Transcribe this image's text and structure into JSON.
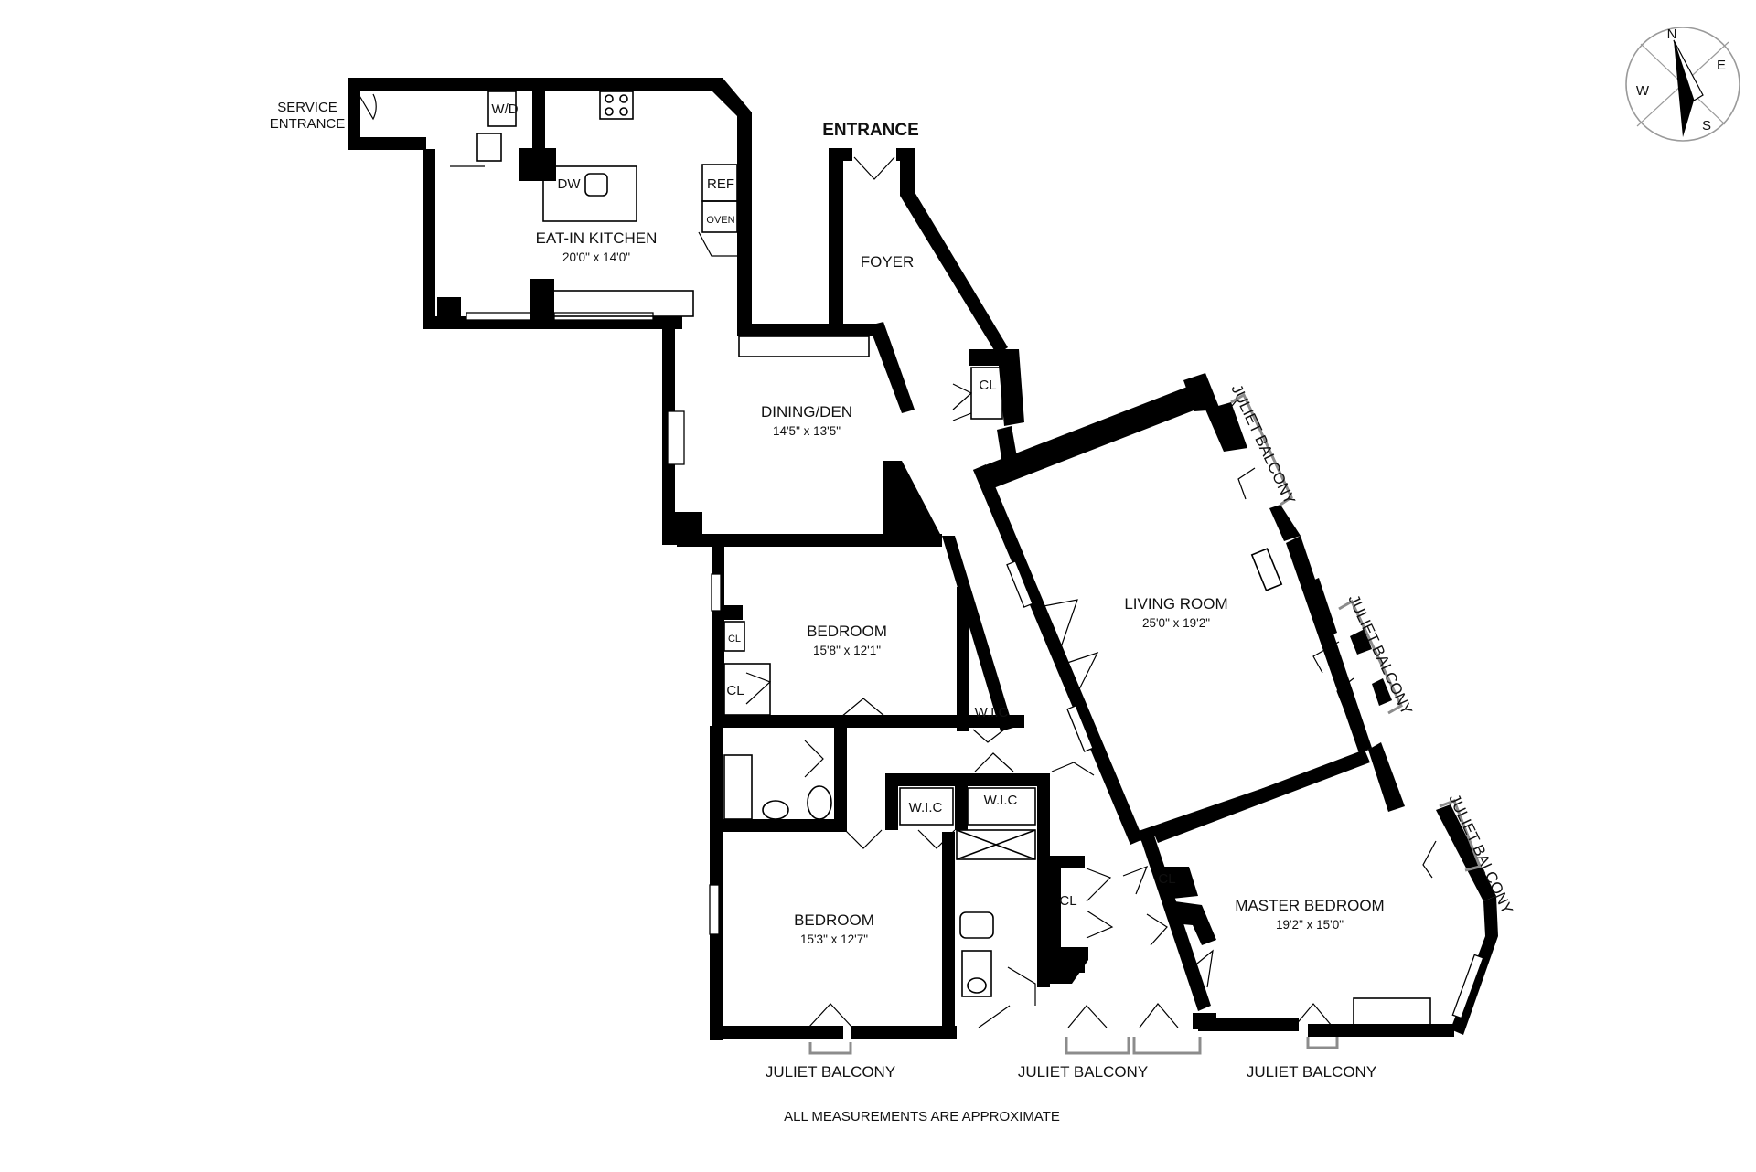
{
  "plan": {
    "rooms": {
      "kitchen": {
        "name": "EAT-IN KITCHEN",
        "dims": "20'0\" x 14'0\""
      },
      "dining": {
        "name": "DINING/DEN",
        "dims": "14'5\" x 13'5\""
      },
      "foyer": {
        "name": "FOYER"
      },
      "living": {
        "name": "LIVING ROOM",
        "dims": "25'0\" x 19'2\""
      },
      "bedroom1": {
        "name": "BEDROOM",
        "dims": "15'8\" x 12'1\""
      },
      "bedroom2": {
        "name": "BEDROOM",
        "dims": "15'3\" x 12'7\""
      },
      "master": {
        "name": "MASTER BEDROOM",
        "dims": "19'2\" x 15'0\""
      }
    },
    "labels": {
      "service_entrance_line1": "SERVICE",
      "service_entrance_line2": "ENTRANCE",
      "entrance": "ENTRANCE",
      "wd": "W/D",
      "dw": "DW",
      "ref": "REF",
      "oven": "OVEN",
      "cl": "CL",
      "wic": "W.I.C"
    },
    "balconies": {
      "juliet": "JULIET BALCONY"
    },
    "compass": {
      "n": "N",
      "e": "E",
      "s": "S",
      "w": "W"
    },
    "footer_note": "ALL MEASUREMENTS ARE APPROXIMATE"
  }
}
